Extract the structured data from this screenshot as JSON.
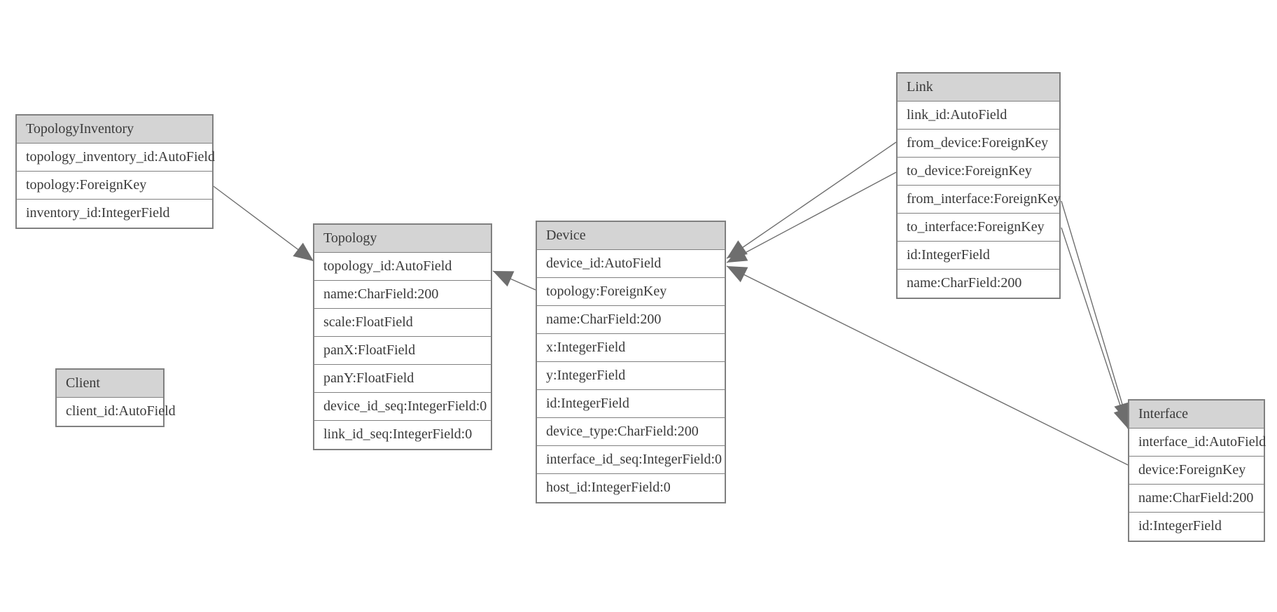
{
  "diagram": {
    "kind": "entity-relationship-model-diagram",
    "background": "#ffffff",
    "colors": {
      "header_fill": "#d4d4d4",
      "border": "#808080",
      "text": "#3a3a3a",
      "line": "#6e6e6e",
      "arrow_fill": "#6e6e6e"
    },
    "entities": [
      {
        "id": "topology_inventory",
        "title": "TopologyInventory",
        "fields": [
          "topology_inventory_id:AutoField",
          "topology:ForeignKey",
          "inventory_id:IntegerField"
        ]
      },
      {
        "id": "topology",
        "title": "Topology",
        "fields": [
          "topology_id:AutoField",
          "name:CharField:200",
          "scale:FloatField",
          "panX:FloatField",
          "panY:FloatField",
          "device_id_seq:IntegerField:0",
          "link_id_seq:IntegerField:0"
        ]
      },
      {
        "id": "client",
        "title": "Client",
        "fields": [
          "client_id:AutoField"
        ]
      },
      {
        "id": "device",
        "title": "Device",
        "fields": [
          "device_id:AutoField",
          "topology:ForeignKey",
          "name:CharField:200",
          "x:IntegerField",
          "y:IntegerField",
          "id:IntegerField",
          "device_type:CharField:200",
          "interface_id_seq:IntegerField:0",
          "host_id:IntegerField:0"
        ]
      },
      {
        "id": "link",
        "title": "Link",
        "fields": [
          "link_id:AutoField",
          "from_device:ForeignKey",
          "to_device:ForeignKey",
          "from_interface:ForeignKey",
          "to_interface:ForeignKey",
          "id:IntegerField",
          "name:CharField:200"
        ]
      },
      {
        "id": "interface",
        "title": "Interface",
        "fields": [
          "interface_id:AutoField",
          "device:ForeignKey",
          "name:CharField:200",
          "id:IntegerField"
        ]
      }
    ],
    "connections": [
      {
        "from": "TopologyInventory.topology",
        "to": "Topology"
      },
      {
        "from": "Device.topology",
        "to": "Topology"
      },
      {
        "from": "Link.from_device",
        "to": "Device"
      },
      {
        "from": "Link.to_device",
        "to": "Device"
      },
      {
        "from": "Link.from_interface",
        "to": "Interface"
      },
      {
        "from": "Link.to_interface",
        "to": "Interface"
      },
      {
        "from": "Interface.device",
        "to": "Device"
      }
    ]
  }
}
